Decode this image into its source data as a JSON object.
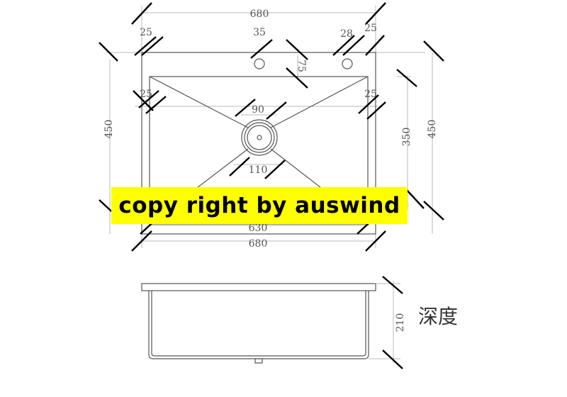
{
  "watermark": "copy right by auswind",
  "depth_label": "深度",
  "dimensions": {
    "top_width": "680",
    "bottom_inner_width": "630",
    "bottom_outer_width": "680",
    "left_margin_top": "25",
    "left_margin_inner": "25",
    "tap_hole_offset": "35",
    "tap_hole_spacing": "28",
    "right_margin_top": "25",
    "right_margin_inner": "25",
    "tap_hole_depth": "75",
    "drain_diameter": "90",
    "drain_flange": "110",
    "outer_height_left": "450",
    "inner_height": "350",
    "outer_height_right": "450",
    "bowl_depth": "210"
  }
}
